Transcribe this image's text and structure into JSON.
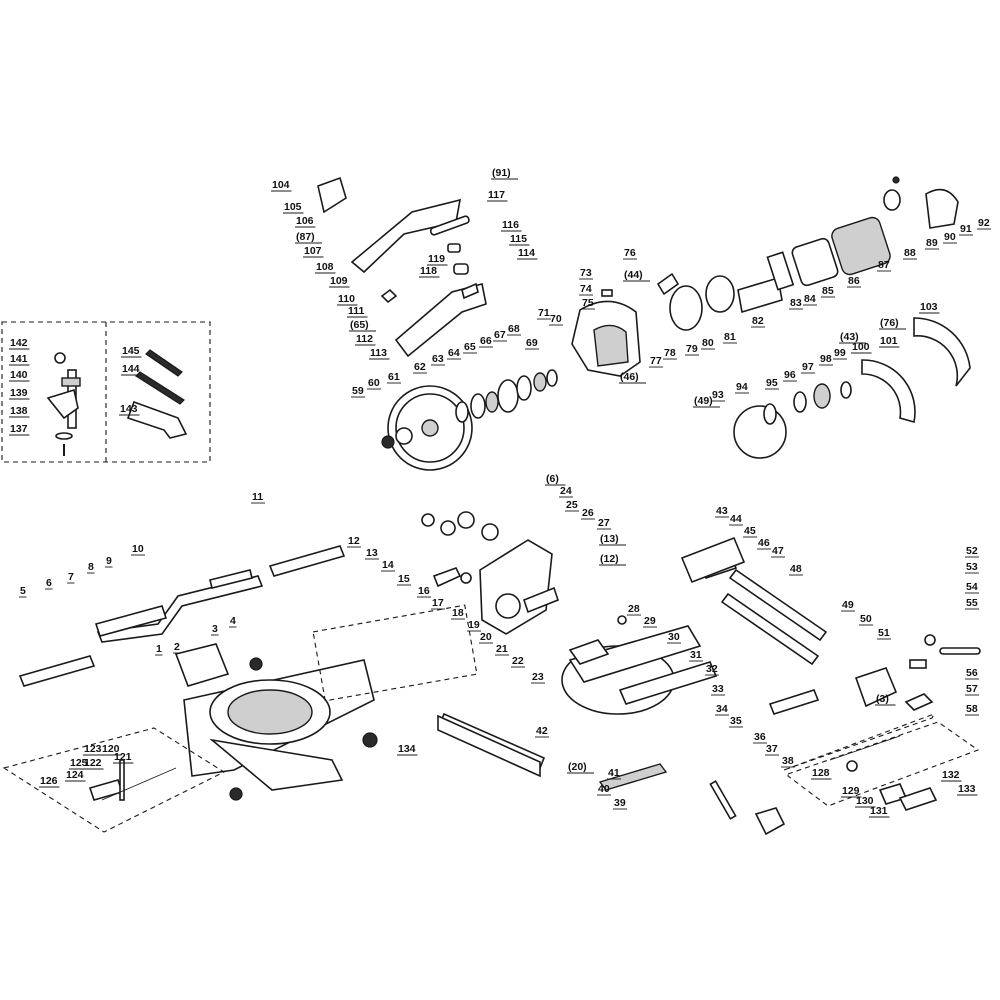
{
  "diagram": {
    "callouts": [
      "1",
      "2",
      "3",
      "4",
      "5",
      "6",
      "7",
      "8",
      "9",
      "10",
      "11",
      "12",
      "13",
      "14",
      "15",
      "16",
      "17",
      "18",
      "19",
      "20",
      "21",
      "22",
      "23",
      "24",
      "25",
      "26",
      "27",
      "28",
      "29",
      "30",
      "31",
      "32",
      "33",
      "34",
      "35",
      "36",
      "37",
      "38",
      "39",
      "40",
      "41",
      "42",
      "43",
      "44",
      "45",
      "46",
      "47",
      "48",
      "49",
      "50",
      "51",
      "52",
      "53",
      "54",
      "55",
      "56",
      "57",
      "58",
      "59",
      "60",
      "61",
      "62",
      "63",
      "64",
      "65",
      "66",
      "67",
      "68",
      "69",
      "70",
      "71",
      "73",
      "74",
      "75",
      "76",
      "77",
      "78",
      "79",
      "80",
      "81",
      "82",
      "83",
      "84",
      "85",
      "86",
      "87",
      "88",
      "89",
      "90",
      "91",
      "92",
      "93",
      "94",
      "95",
      "96",
      "97",
      "98",
      "99",
      "100",
      "101",
      "103",
      "104",
      "105",
      "106",
      "107",
      "108",
      "109",
      "110",
      "111",
      "112",
      "113",
      "114",
      "115",
      "116",
      "117",
      "118",
      "119",
      "120",
      "121",
      "122",
      "123",
      "124",
      "125",
      "126",
      "128",
      "129",
      "130",
      "131",
      "132",
      "133",
      "134",
      "137",
      "138",
      "139",
      "140",
      "141",
      "142",
      "143",
      "144",
      "145",
      "(3)",
      "(6)",
      "(12)",
      "(13)",
      "(20)",
      "(43)",
      "(44)",
      "(46)",
      "(49)",
      "(65)",
      "(76)",
      "(87)",
      "(91)"
    ]
  }
}
